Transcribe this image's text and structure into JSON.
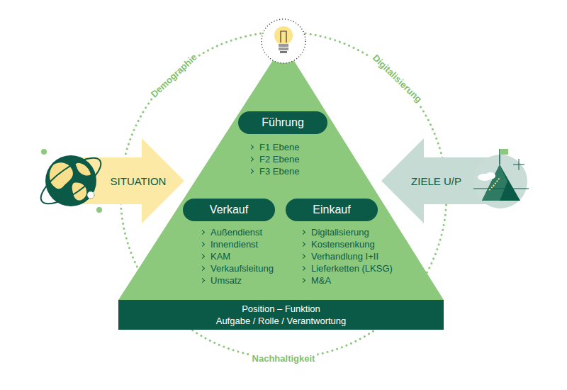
{
  "diagram": {
    "nodes": [
      {
        "text": [
          "SITUATION"
        ]
      },
      {
        "text": [
          "ZIELE U/P"
        ]
      },
      {
        "text": [
          "Führung"
        ]
      },
      {
        "text": [
          "Verkauf"
        ]
      },
      {
        "text": [
          "Einkauf"
        ]
      },
      {
        "text": [
          "Position – Funktion",
          "Aufgabe / Rolle / Verantwortung"
        ]
      }
    ],
    "labels": [
      "F1 Ebene",
      "F2 Ebene",
      "F3 Ebene",
      "Außendienst",
      "Innendienst",
      "KAM",
      "Verkaufsleitung",
      "Umsatz",
      "Digitalisierung",
      "Kostensenkung",
      "Verhandlung I+II",
      "Lieferketten (LKSG)",
      "M&A",
      "Demographie",
      "Digitalisierung",
      "Nachhaltigkeit"
    ]
  }
}
